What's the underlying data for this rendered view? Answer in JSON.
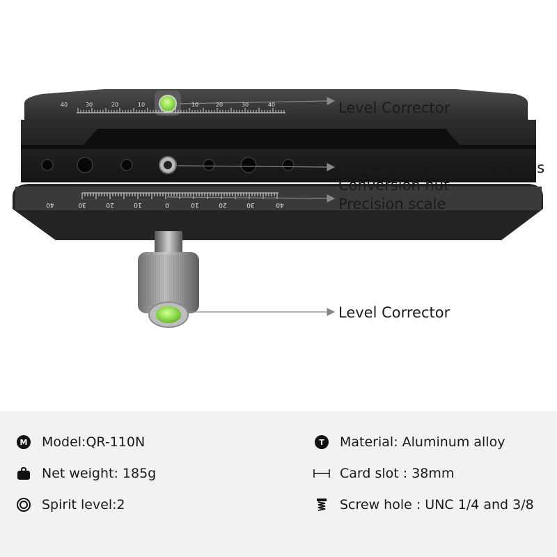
{
  "callouts": {
    "level_corrector_top": "Level Corrector",
    "screw_holes": "UNC1/4 and 3/8 screw holes",
    "conversion_nut": "Conversion nut",
    "precision_scale": "Precision scale",
    "level_corrector_bottom": "Level Corrector"
  },
  "scale_top": [
    "40",
    "30",
    "20",
    "10",
    "10",
    "20",
    "30",
    "40"
  ],
  "scale_bottom": [
    "40",
    "30",
    "20",
    "10",
    "0",
    "10",
    "20",
    "30",
    "40"
  ],
  "specs": {
    "model": {
      "icon_letter": "M",
      "text": "Model:QR-110N"
    },
    "material": {
      "icon_letter": "T",
      "text": "Material: Aluminum alloy"
    },
    "weight": {
      "text": "Net weight: 185g"
    },
    "card_slot": {
      "text": "Card slot : 38mm"
    },
    "spirit_level": {
      "text": "Spirit level:2"
    },
    "screw_hole": {
      "text": "Screw hole : UNC 1/4 and 3/8"
    }
  },
  "colors": {
    "body_dark": "#1c1c1e",
    "bubble_green": "#8ee04a",
    "knob_silver": "#9a9a9a",
    "spec_bg": "#f2f2f2"
  }
}
